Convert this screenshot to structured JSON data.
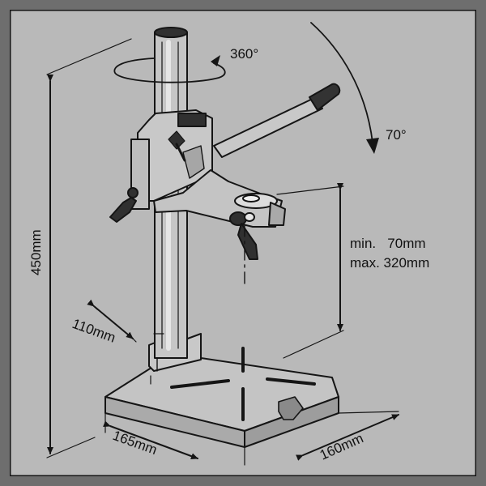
{
  "diagram": {
    "rotation_label": "360°",
    "tilt_label": "70°",
    "height_label": "450mm",
    "depth_label": "110mm",
    "base_width_label": "165mm",
    "base_depth_label": "160mm",
    "stroke_min_label": "min.   70mm",
    "stroke_max_label": "max. 320mm"
  },
  "colors": {
    "outer_frame": "#6e6e6e",
    "panel": "#b9b9b9",
    "line": "#151515",
    "highlight": "#e6e6e6"
  },
  "icons": [
    "rotation-arrow-icon",
    "tilt-arrow-icon"
  ]
}
